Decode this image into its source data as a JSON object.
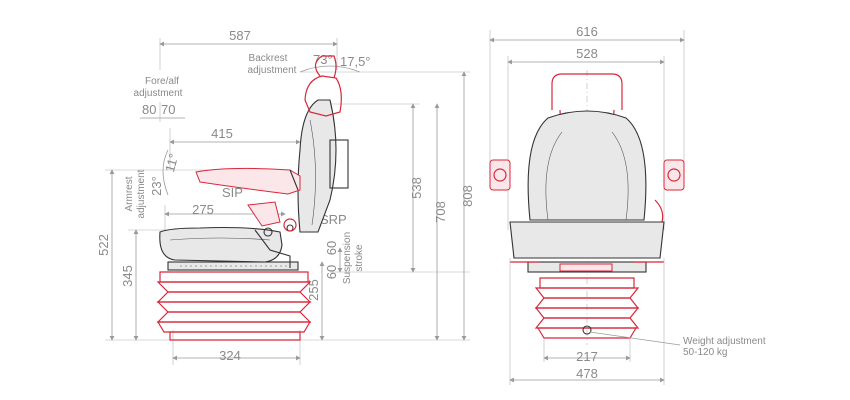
{
  "colors": {
    "outline_red": "#d8283c",
    "outline_black": "#333333",
    "dimension_gray": "#8a8a8a"
  },
  "side_view": {
    "dim_587": "587",
    "backrest_label_1": "Backrest",
    "backrest_label_2": "adjustment",
    "angle_73": "73°",
    "angle_17_5": "17,5°",
    "fore_aft_label_1": "Fore/alf",
    "fore_aft_label_2": "adjustment",
    "dim_80": "80",
    "dim_70": "70",
    "dim_415": "415",
    "armrest_label_1": "Armrest",
    "armrest_label_2": "adjustment",
    "angle_23": "23°",
    "angle_11": "11°",
    "sip_label": "SIP",
    "srp_label": "SRP",
    "dim_275": "275",
    "dim_522": "522",
    "dim_345": "345",
    "dim_538": "538",
    "dim_708": "708",
    "dim_808": "808",
    "dim_60": "60",
    "dim_60b": "60",
    "suspension_label_1": "Suspension",
    "suspension_label_2": "stroke",
    "dim_255": "255",
    "dim_324": "324"
  },
  "front_view": {
    "dim_616": "616",
    "dim_528": "528",
    "dim_217": "217",
    "dim_478": "478",
    "weight_label": "Weight adjustment",
    "weight_range": "50-120 kg"
  }
}
